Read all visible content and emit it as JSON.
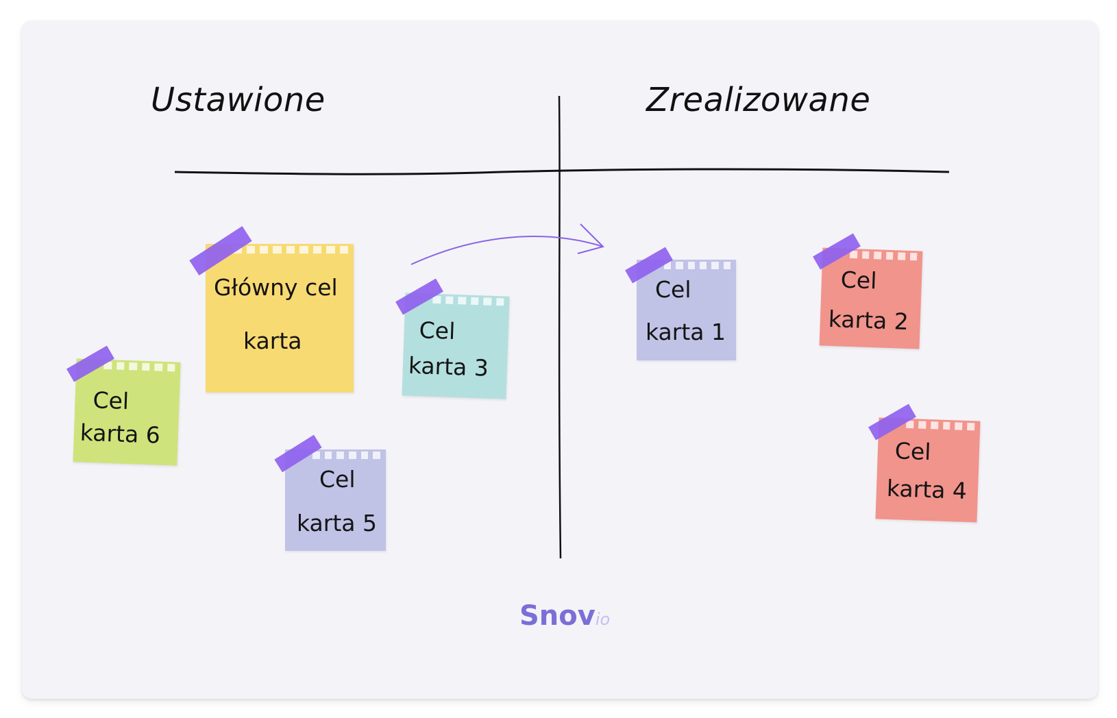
{
  "columns": {
    "left_title": "Ustawione",
    "right_title": "Zrealizowane"
  },
  "notes": {
    "main": {
      "line1": "Główny cel",
      "line2": "karta",
      "color": "#f8da72"
    },
    "card1": {
      "line1": "Cel",
      "line2": "karta 1",
      "color": "#c0c2e6"
    },
    "card2": {
      "line1": "Cel",
      "line2": "karta 2",
      "color": "#f1948c"
    },
    "card3": {
      "line1": "Cel",
      "line2": "karta 3",
      "color": "#b4dfdf"
    },
    "card4": {
      "line1": "Cel",
      "line2": "karta 4",
      "color": "#f1948c"
    },
    "card5": {
      "line1": "Cel",
      "line2": "karta 5",
      "color": "#c0c2e6"
    },
    "card6": {
      "line1": "Cel",
      "line2": "karta 6",
      "color": "#cfe37c"
    }
  },
  "colors": {
    "tape": "#8f62ee",
    "arrow": "#8a63e6",
    "brand": "#7a6fd6"
  },
  "brand": {
    "name": "Snov",
    "suffix": "io"
  }
}
